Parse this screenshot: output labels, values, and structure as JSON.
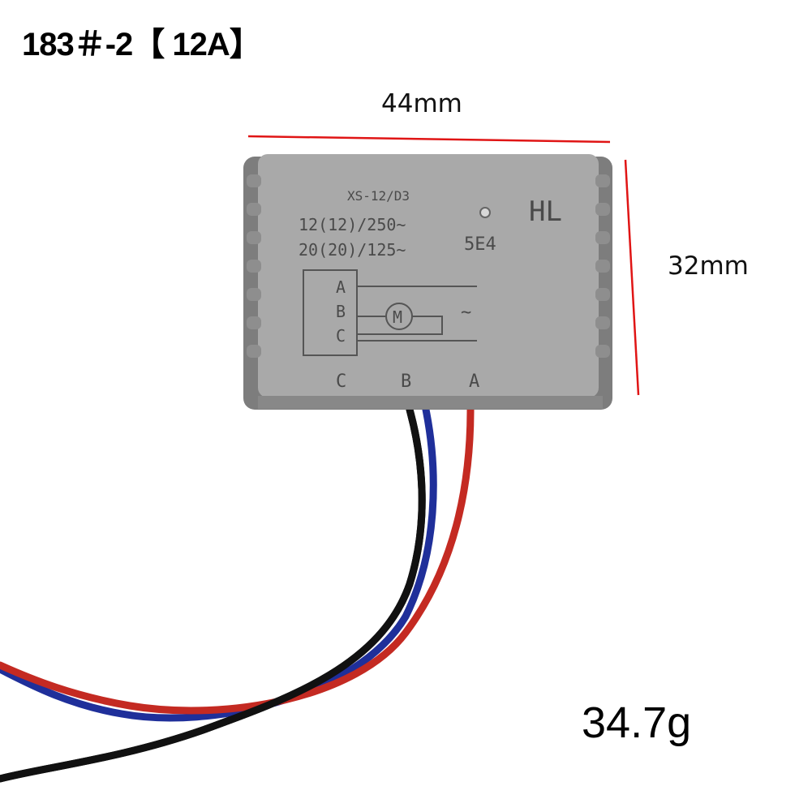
{
  "title": "183＃-2【 12A】",
  "dimensions": {
    "width_label": "44mm",
    "height_label": "32mm",
    "line_color": "#e01515"
  },
  "weight_label": "34.7g",
  "module": {
    "body_color": "#a8a8a8",
    "model": "XS-12/D3",
    "brand": "HL",
    "rating_line1": "12(12)/250~",
    "rating_line2": "20(20)/125~",
    "code": "5E4",
    "diagram_terminals": [
      "A",
      "B",
      "C"
    ],
    "motor_symbol": "M",
    "ac_symbol": "~",
    "bottom_terminals": [
      "C",
      "B",
      "A"
    ]
  },
  "wires": [
    {
      "name": "black",
      "color": "#111111"
    },
    {
      "name": "blue",
      "color": "#1f2f9a"
    },
    {
      "name": "red",
      "color": "#c42a22"
    }
  ]
}
